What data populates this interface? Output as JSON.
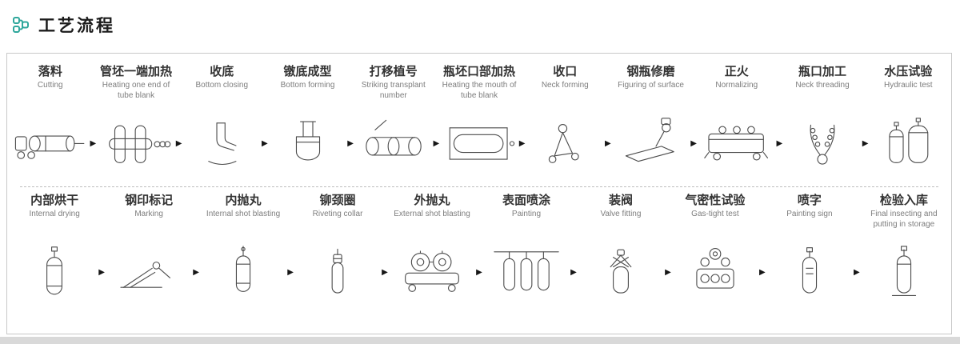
{
  "header": {
    "title": "工艺流程",
    "accent_color": "#2fa79c"
  },
  "arrow_glyph": "▶",
  "rows": [
    {
      "name": "row-1",
      "steps": [
        {
          "zh": "落料",
          "en": "Cutting",
          "art": "cutting-lathe"
        },
        {
          "zh": "管坯一端加热",
          "en": "Heating one end of tube blank",
          "art": "tube-fixture"
        },
        {
          "zh": "收底",
          "en": "Bottom closing",
          "art": "bent-tube"
        },
        {
          "zh": "镦底成型",
          "en": "Bottom forming",
          "art": "forming-mold"
        },
        {
          "zh": "打移植号",
          "en": "Striking transplant number",
          "art": "stamped-cylinder"
        },
        {
          "zh": "瓶坯口部加热",
          "en": "Heating the mouth of tube blank",
          "art": "mouth-heating"
        },
        {
          "zh": "收口",
          "en": "Neck forming",
          "art": "neck-spinner"
        },
        {
          "zh": "钢瓶修磨",
          "en": "Figuring of surface",
          "art": "surface-grinder"
        },
        {
          "zh": "正火",
          "en": "Normalizing",
          "art": "normalizing-furnace"
        },
        {
          "zh": "瓶口加工",
          "en": "Neck threading",
          "art": "neck-threader"
        },
        {
          "zh": "水压试验",
          "en": "Hydraulic test",
          "art": "test-bottles"
        }
      ]
    },
    {
      "name": "row-2",
      "steps": [
        {
          "zh": "内部烘干",
          "en": "Internal drying",
          "art": "drying-bottle"
        },
        {
          "zh": "钢印标记",
          "en": "Marking",
          "art": "marking-press"
        },
        {
          "zh": "内抛丸",
          "en": "Internal shot blasting",
          "art": "inner-blast-bottle"
        },
        {
          "zh": "铆颈圈",
          "en": "Riveting collar",
          "art": "collar-bottle"
        },
        {
          "zh": "外抛丸",
          "en": "External shot blasting",
          "art": "blast-machine"
        },
        {
          "zh": "表面喷涂",
          "en": "Painting",
          "art": "paint-line"
        },
        {
          "zh": "装阀",
          "en": "Valve fitting",
          "art": "valve-clamp"
        },
        {
          "zh": "气密性试验",
          "en": "Gas-tight test",
          "art": "gastight-rig"
        },
        {
          "zh": "喷字",
          "en": "Painting sign",
          "art": "spray-bottle"
        },
        {
          "zh": "检验入库",
          "en": "Final insecting and putting in storage",
          "art": "storage-bottle"
        }
      ]
    }
  ]
}
